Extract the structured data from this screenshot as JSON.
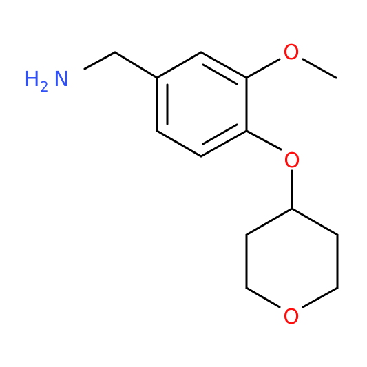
{
  "colors": {
    "bond": "#000000",
    "oxygen": "#ff0d0d",
    "nitrogen": "#3050f8",
    "background": "#ffffff"
  },
  "labels": {
    "amine_H": "H",
    "amine_subscript": "2",
    "amine_N": "N",
    "methoxy_O": "O",
    "ether_O": "O",
    "ring_O": "O"
  }
}
